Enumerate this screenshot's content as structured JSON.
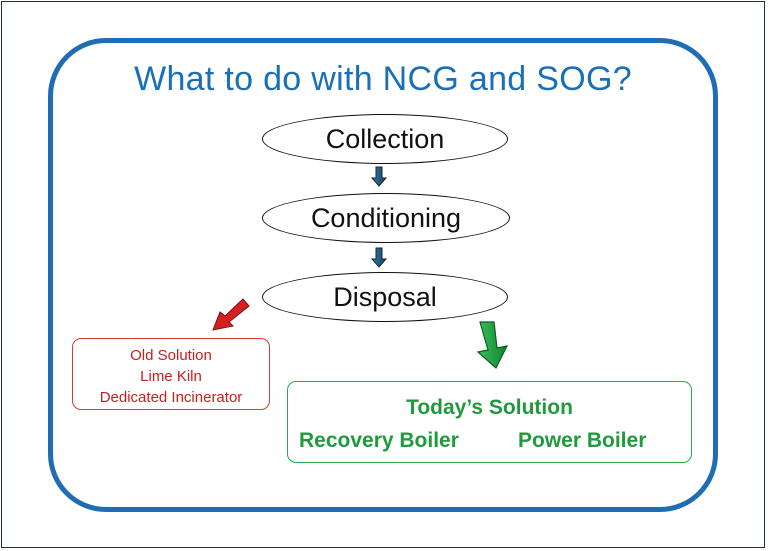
{
  "title": "What to do with NCG and SOG?",
  "steps": [
    "Collection",
    "Conditioning",
    "Disposal"
  ],
  "old_solution": {
    "heading": "Old Solution",
    "items": [
      "Lime Kiln",
      "Dedicated Incinerator"
    ],
    "color": "#c81e1e"
  },
  "today_solution": {
    "heading": "Today’s Solution",
    "items": [
      "Recovery Boiler",
      "Power Boiler"
    ],
    "color": "#1f9a3c"
  },
  "colors": {
    "title": "#1a70b8",
    "panel_border": "#1f6db5",
    "step_arrow": "#1f4e6b",
    "old_arrow": "#d62020",
    "today_arrow": "#1fa040"
  }
}
